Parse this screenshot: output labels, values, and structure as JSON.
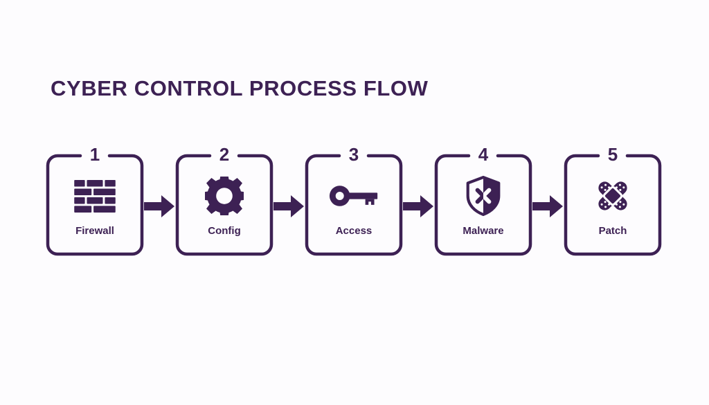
{
  "page": {
    "title": "CYBER CONTROL PROCESS FLOW",
    "background_color": "#fdfcfe",
    "accent_color": "#3d2154"
  },
  "flow": {
    "connector_icon": "arrow-right-icon",
    "steps": [
      {
        "number": "1",
        "label": "Firewall",
        "icon": "firewall-brick-wall-icon"
      },
      {
        "number": "2",
        "label": "Config",
        "icon": "gear-icon"
      },
      {
        "number": "3",
        "label": "Access",
        "icon": "key-icon"
      },
      {
        "number": "4",
        "label": "Malware",
        "icon": "shield-x-icon"
      },
      {
        "number": "5",
        "label": "Patch",
        "icon": "bandage-cross-icon"
      }
    ]
  }
}
